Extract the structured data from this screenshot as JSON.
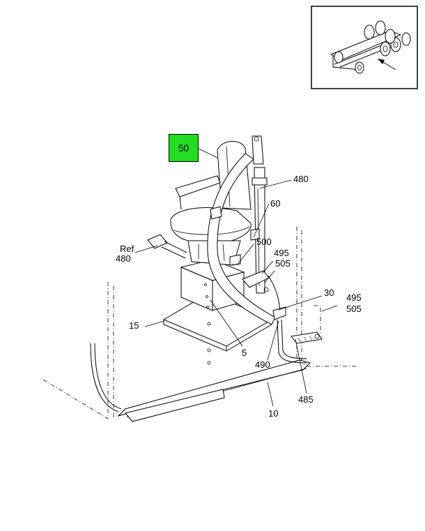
{
  "highlight_color": "#22dd22",
  "callouts": {
    "c50": "50",
    "c480": "480",
    "c60": "60",
    "ref": "Ref",
    "ref480": "480",
    "c500": "500",
    "c495a": "495",
    "c505a": "505",
    "c30": "30",
    "c495b": "495",
    "c505b": "505",
    "c15": "15",
    "c5": "5",
    "c490": "490",
    "c485": "485",
    "c10": "10"
  }
}
